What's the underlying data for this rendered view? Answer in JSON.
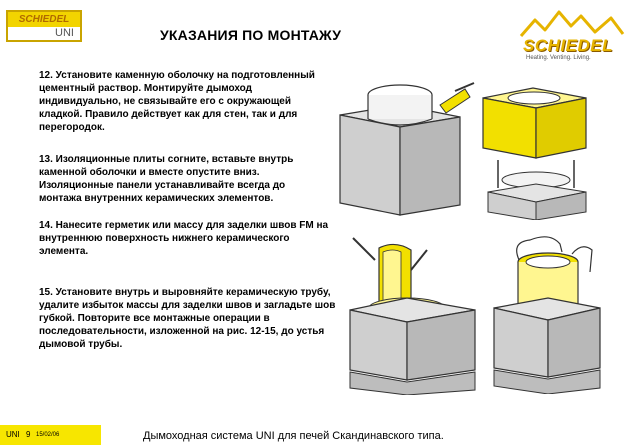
{
  "header": {
    "logo_brand": "SCHIEDEL",
    "logo_product": "UNI",
    "title": "УКАЗАНИЯ ПО МОНТАЖУ",
    "brand_name": "SCHIEDEL",
    "brand_tagline": "Heating. Venting. Living."
  },
  "steps": {
    "s12": "12. Установите каменную оболочку на подготовленный цементный раствор. Монтируйте дымоход индивидуально, не связывайте его с окружающей кладкой. Правило действует как для стен, так и для перегородок.",
    "s13": "13. Изоляционные плиты согните, вставьте внутрь каменной оболочки и вместе опустите вниз. Изоляционные панели устанавливайте всегда до монтажа внутренних керамических элементов.",
    "s14": "14. Нанесите герметик или массу для заделки швов FM на внутреннюю поверхность нижнего керамического элемента.",
    "s15": "15. Установите внутрь и выровняйте керамическую трубу, удалите избыток массы для заделки швов и загладьте шов губкой. Повторите все монтажные операции в последовательности, изложенной на рис. 12-15, до устья дымовой трубы."
  },
  "footer": {
    "product": "UNI",
    "page": "9",
    "date": "15/02/06",
    "caption": "Дымоходная система UNI для печей Скандинавского типа."
  },
  "colors": {
    "accent_yellow": "#f2e000",
    "block_gray": "#c9c9c9",
    "footer_yellow": "#f7e600"
  }
}
